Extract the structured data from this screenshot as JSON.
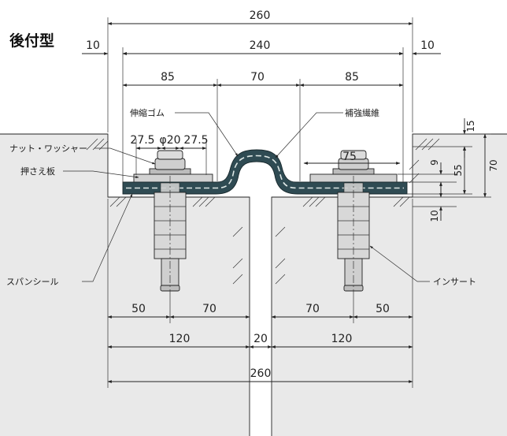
{
  "title": "後付型",
  "dimensions": {
    "overall_top": "260",
    "gap_left": "10",
    "inner_width": "240",
    "gap_right": "10",
    "seg_left": "85",
    "seg_center": "70",
    "seg_right": "85",
    "bolt_left_offset": "27.5",
    "bolt_diameter": "φ20",
    "bolt_right_offset": "27.5",
    "plate_width": "75",
    "depth_15": "15",
    "depth_9": "9",
    "depth_55": "55",
    "depth_70": "70",
    "depth_10": "10",
    "bottom_50_left": "50",
    "bottom_70_left": "70",
    "bottom_70_right": "70",
    "bottom_50_right": "50",
    "bottom_120_left": "120",
    "bottom_gap": "20",
    "bottom_120_right": "120",
    "overall_bottom": "260"
  },
  "labels": {
    "expansion_rubber": "伸縮ゴム",
    "reinforcing_fiber": "補強繊維",
    "nut_washer": "ナット・ワッシャー",
    "press_plate": "押さえ板",
    "span_seal": "スパンシール",
    "insert": "インサート"
  },
  "colors": {
    "concrete": "#e9e9e9",
    "rubber": "#2f4b53",
    "rubber_dash": "#dfe8e6",
    "plate": "#d2d2d2",
    "steel": "#cfcfcf",
    "line": "#222222"
  }
}
